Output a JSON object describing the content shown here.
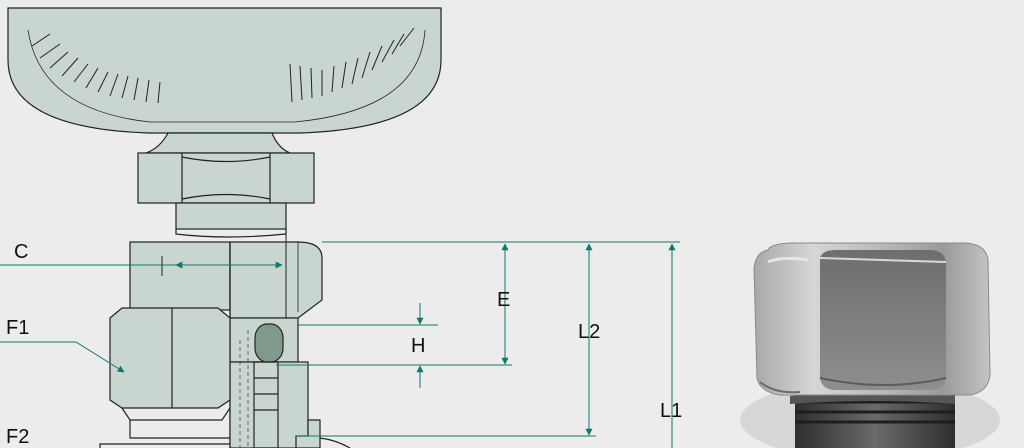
{
  "labels": {
    "c": "C",
    "f1": "F1",
    "f2": "F2",
    "e": "E",
    "h": "H",
    "l2": "L2",
    "l1": "L1"
  },
  "colors": {
    "background": "#ececec",
    "part_fill": "#c9d5cf",
    "part_stroke": "#222222",
    "dimension_arrow": "#0e7a6a",
    "photo_metal_light": "#bdbdbd",
    "photo_metal_dark": "#3a3a3a"
  },
  "icons": {
    "dimension_arrow": "arrowhead",
    "gauge_dial": "pressure-gauge-dial",
    "photo": "hex-fitting-photo"
  }
}
